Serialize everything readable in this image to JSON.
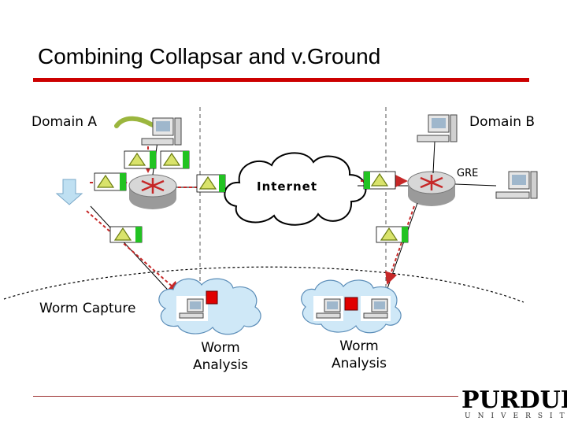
{
  "slide": {
    "title": "Combining Collapsar and v.Ground"
  },
  "diagram": {
    "domain_a": "Domain A",
    "domain_b": "Domain B",
    "gre": "GRE",
    "internet": "Internet",
    "worm_capture": "Worm Capture",
    "worm_analysis_left": "Worm\nAnalysis",
    "worm_analysis_right": "Worm\nAnalysis"
  },
  "logo": {
    "name": "PURDUE",
    "subtitle": "UNIVERSITY"
  },
  "colors": {
    "title_rule": "#cc0000",
    "arrow": "#c62828",
    "packet_green": "#22c322",
    "cloud_fill": "#cfe8f7",
    "cloud_outline": "#5b8db8",
    "marker_red": "#e00000"
  }
}
